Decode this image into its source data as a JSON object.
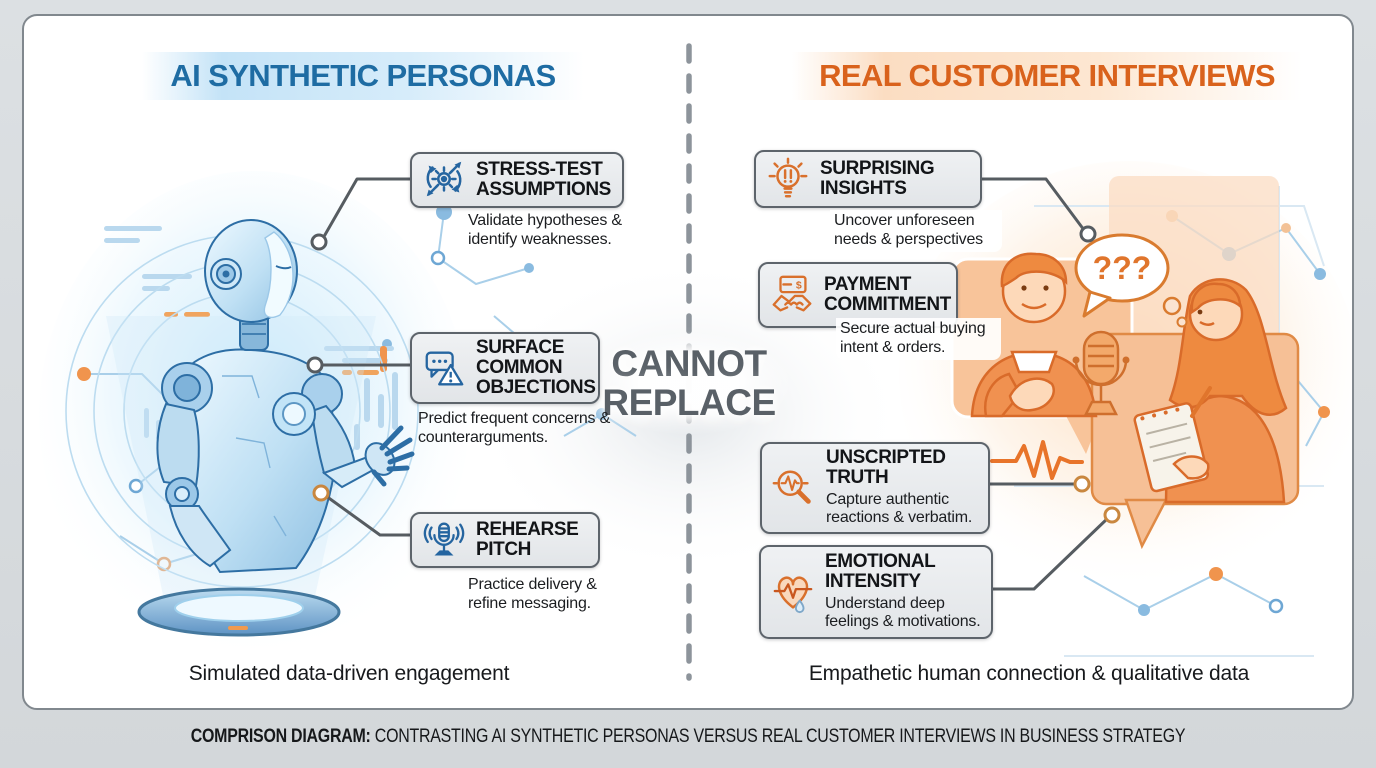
{
  "left": {
    "title": "AI SYNTHETIC PERSONAS",
    "footer": "Simulated data-driven engagement",
    "items": [
      {
        "icon": "gear-sync-icon",
        "title": "STRESS-TEST ASSUMPTIONS",
        "desc": "Validate hypotheses & identify weaknesses."
      },
      {
        "icon": "chat-warning-icon",
        "title": "SURFACE COMMON OBJECTIONS",
        "desc": "Predict frequent concerns & counterarguments."
      },
      {
        "icon": "microphone-icon",
        "title": "REHEARSE PITCH",
        "desc": "Practice delivery & refine messaging."
      }
    ]
  },
  "right": {
    "title": "REAL CUSTOMER INTERVIEWS",
    "footer": "Empathetic human connection & qualitative data",
    "speech_qmarks": "???",
    "items": [
      {
        "icon": "lightbulb-alert-icon",
        "title": "SURPRISING INSIGHTS",
        "desc": "Uncover unforeseen needs & perspectives"
      },
      {
        "icon": "payment-handshake-icon",
        "title": "PAYMENT COMMITMENT",
        "desc": "Secure actual buying intent & orders."
      },
      {
        "icon": "magnifier-pulse-icon",
        "title": "UNSCRIPTED TRUTH",
        "desc": "Capture authentic reactions & verbatim."
      },
      {
        "icon": "heart-pulse-icon",
        "title": "EMOTIONAL INTENSITY",
        "desc": "Understand deep feelings & motivations."
      }
    ]
  },
  "center": {
    "line1": "CANNOT",
    "line2": "REPLACE"
  },
  "caption": {
    "prefix": "COMPRISON DIAGRAM:",
    "rest": " CONTRASTING AI SYNTHETIC PERSONAS VERSUS REAL CUSTOMER INTERVIEWS IN BUSINESS STRATEGY"
  },
  "colors": {
    "left_accent": "#1e6ca3",
    "right_accent": "#d9621c",
    "divider_gray": "#8d949b",
    "callout_border": "#5d646b",
    "cannot_text": "#596067"
  }
}
